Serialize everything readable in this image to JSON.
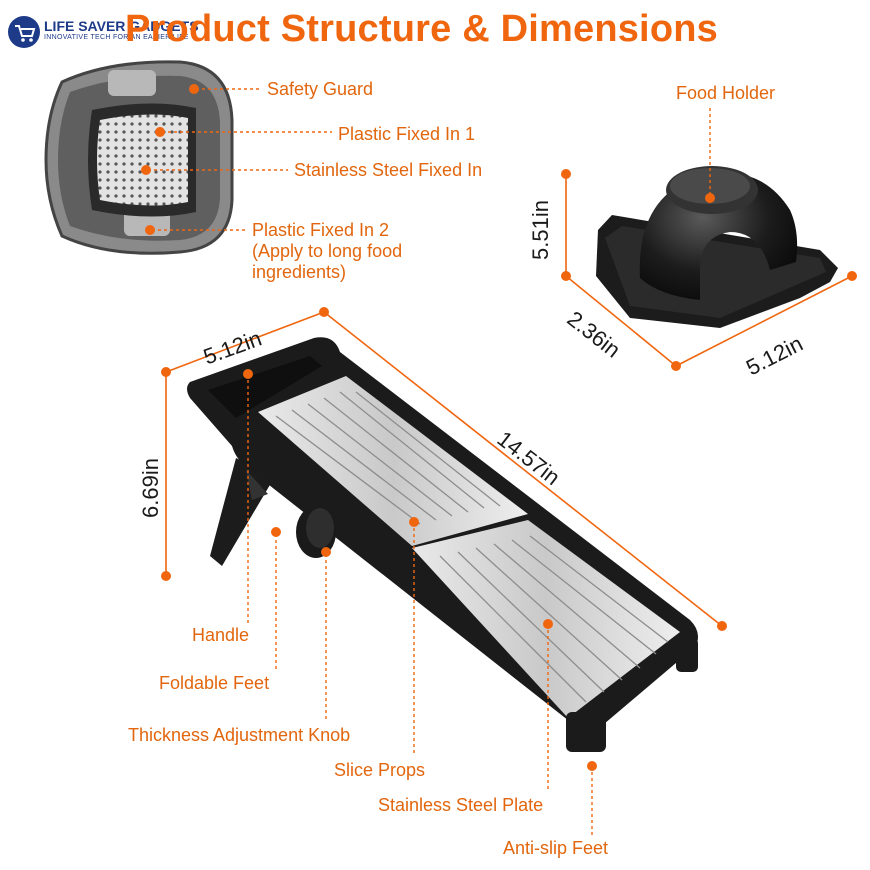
{
  "brand": {
    "name": "LIFE SAVER GADGETS",
    "tagline": "INNOVATIVE TECH FOR AN EASIER LIFE"
  },
  "title": "Product Structure & Dimensions",
  "labels": {
    "safety_guard": "Safety Guard",
    "plastic_fixed_1": "Plastic Fixed In 1",
    "stainless_fixed": "Stainless Steel Fixed In",
    "plastic_fixed_2": "Plastic Fixed In 2",
    "plastic_fixed_2_note_1": "(Apply to long food",
    "plastic_fixed_2_note_2": "ingredients)",
    "food_holder": "Food Holder",
    "handle": "Handle",
    "foldable_feet": "Foldable Feet",
    "thickness_knob": "Thickness Adjustment Knob",
    "slice_props": "Slice Props",
    "stainless_plate": "Stainless Steel Plate",
    "anti_slip_feet": "Anti-slip Feet"
  },
  "dimensions": {
    "holder_height": "5.51in",
    "holder_depth": "2.36in",
    "holder_width": "5.12in",
    "slicer_width": "5.12in",
    "slicer_height": "6.69in",
    "slicer_length": "14.57in"
  },
  "colors": {
    "accent": "#f0660f",
    "label": "#e2660e",
    "brand": "#1e3b8a",
    "body": "#1b1b1b",
    "steel": "#cfcfcf"
  }
}
